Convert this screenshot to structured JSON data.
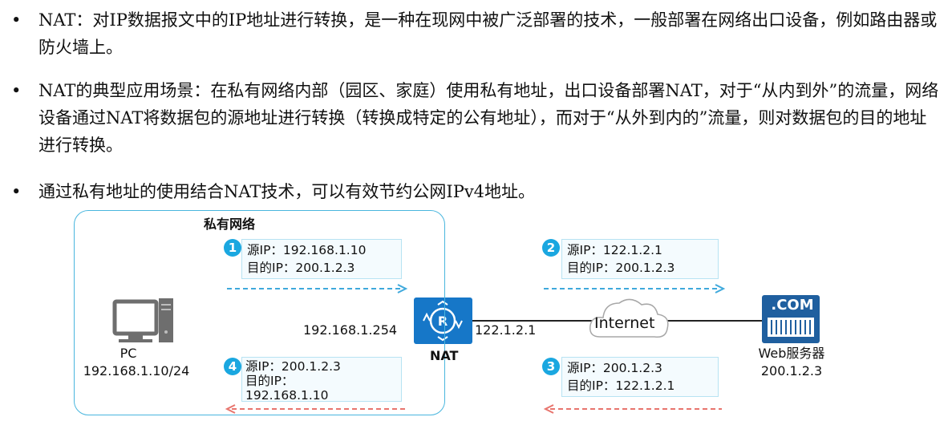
{
  "bullets": [
    {
      "marker": "•",
      "text": "NAT：对IP数据报文中的IP地址进行转换，是一种在现网中被广泛部署的技术，一般部署在网络出口设备，例如路由器或防火墙上。"
    },
    {
      "marker": "•",
      "text": "NAT的典型应用场景：在私有网络内部（园区、家庭）使用私有地址，出口设备部署NAT，对于“从内到外”的流量，网络设备通过NAT将数据包的源地址进行转换（转换成特定的公有地址），而对于“从外到内的”流量，则对数据包的目的地址进行转换。"
    },
    {
      "marker": "•",
      "text": "通过私有地址的使用结合NAT技术，可以有效节约公网IPv4地址。"
    }
  ],
  "diagram": {
    "private_network_label": "私有网络",
    "pc": {
      "label": "PC",
      "ip": "192.168.1.10/24"
    },
    "nat": {
      "label": "NAT",
      "inside_ip": "192.168.1.254",
      "outside_ip": "122.1.2.1"
    },
    "internet_label": "Internet",
    "web_server": {
      "badge_text": ".COM",
      "label": "Web服务器",
      "ip": "200.1.2.3"
    },
    "packets": [
      {
        "step": "1",
        "src": "源IP：192.168.1.10",
        "dst": "目的IP：200.1.2.3"
      },
      {
        "step": "2",
        "src": "源IP：122.1.2.1",
        "dst": "目的IP：200.1.2.3"
      },
      {
        "step": "3",
        "src": "源IP：200.1.2.3",
        "dst": "目的IP：122.1.2.1"
      },
      {
        "step": "4",
        "src": "源IP：200.1.2.3",
        "dst": "目的IP：",
        "dst_cont": "192.168.1.10"
      }
    ]
  },
  "colors": {
    "blue_accent": "#1aa7e0",
    "forward_arrow": "#3fa9dc",
    "return_arrow": "#e8756e",
    "router_blue": "#1677c8"
  }
}
